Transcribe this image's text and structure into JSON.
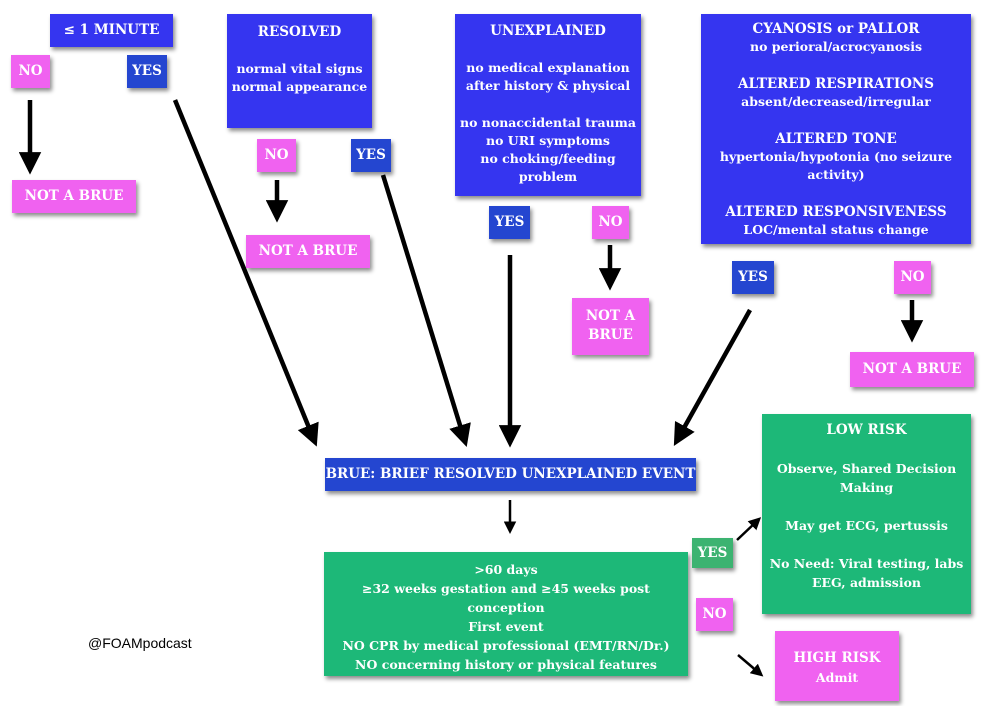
{
  "nodes": {
    "minute": {
      "title": "≤  1 MINUTE"
    },
    "resolved": {
      "title": "RESOLVED",
      "lines": [
        "normal vital signs",
        "normal appearance"
      ]
    },
    "unexplained": {
      "title": "UNEXPLAINED",
      "lines": [
        "no medical explanation",
        "after history & physical",
        "",
        "no nonaccidental trauma",
        "no URI symptoms",
        "no choking/feeding",
        "problem"
      ]
    },
    "criteria": {
      "sections": [
        {
          "title": "CYANOSIS  or PALLOR",
          "lines": [
            "no perioral/acrocyanosis"
          ]
        },
        {
          "title": "ALTERED RESPIRATIONS",
          "lines": [
            "absent/decreased/irregular"
          ]
        },
        {
          "title": "ALTERED TONE",
          "lines": [
            "hypertonia/hypotonia (no seizure",
            "activity)"
          ]
        },
        {
          "title": "ALTERED RESPONSIVENESS",
          "lines": [
            "LOC/mental status change"
          ]
        }
      ]
    },
    "brue": {
      "title": "BRUE: BRIEF RESOLVED UNEXPLAINED EVENT"
    },
    "age": {
      "lines": [
        ">60 days",
        "≥32 weeks gestation and ≥45 weeks post conception",
        "First event",
        "NO CPR by medical professional (EMT/RN/Dr.)",
        "NO concerning history or physical features"
      ]
    },
    "low_risk": {
      "title": "LOW RISK",
      "lines": [
        "Observe, Shared Decision",
        "Making",
        "",
        "May get ECG, pertussis",
        "",
        "No Need: Viral testing, labs",
        "EEG, admission"
      ]
    },
    "high_risk": {
      "title": "HIGH RISK",
      "lines": [
        "Admit"
      ]
    }
  },
  "labels": {
    "yes": "YES",
    "no": "NO",
    "not_brue": "NOT A BRUE",
    "not_brue_a": "NOT A",
    "not_brue_b": "BRUE"
  },
  "credit": "@FOAMpodcast",
  "colors": {
    "blue": "#3535f0",
    "navy": "#2446d0",
    "pink": "#f062f0",
    "green": "#1db878"
  }
}
